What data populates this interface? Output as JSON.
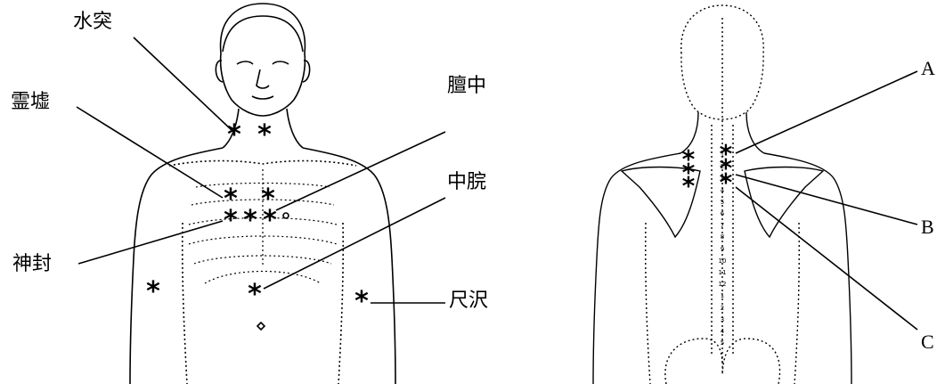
{
  "front_labels": {
    "suitotsu": "水突",
    "reikyo": "霊墟",
    "danchu": "膻中",
    "chukan": "中脘",
    "shinpu": "神封",
    "shakutaku": "尺沢"
  },
  "back_labels": {
    "a": "A",
    "b": "B",
    "c": "C"
  },
  "vertebra_numbers": [
    "1",
    "2",
    "3",
    "4",
    "5",
    "6",
    "7",
    "8",
    "9",
    "10",
    "11",
    "12",
    "1",
    "2",
    "3",
    "4",
    "5"
  ]
}
